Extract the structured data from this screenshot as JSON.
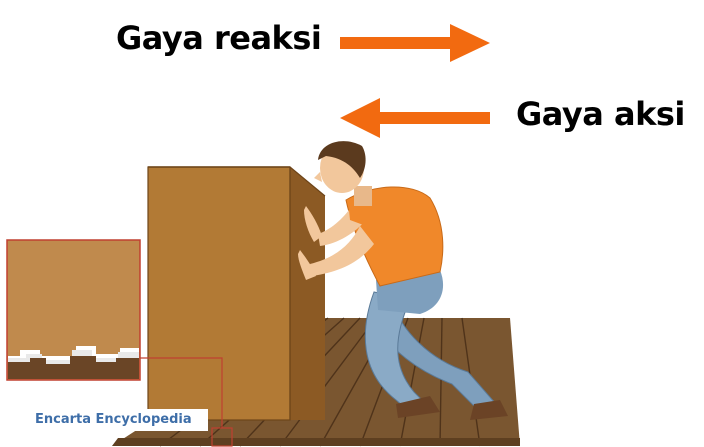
{
  "labels": {
    "reaction_force": "Gaya reaksi",
    "action_force": "Gaya aksi"
  },
  "caption": {
    "source": "Encarta Encyclopedia"
  },
  "colors": {
    "arrow": "#f26a10",
    "crate_front": "#b27a35",
    "crate_side": "#8c5a24",
    "floor": "#7a5630",
    "shirt": "#f0882a",
    "pants": "#7e9fbd",
    "skin": "#f2c79c",
    "caption_text": "#3e6ea8",
    "inset_border": "#c04030"
  }
}
